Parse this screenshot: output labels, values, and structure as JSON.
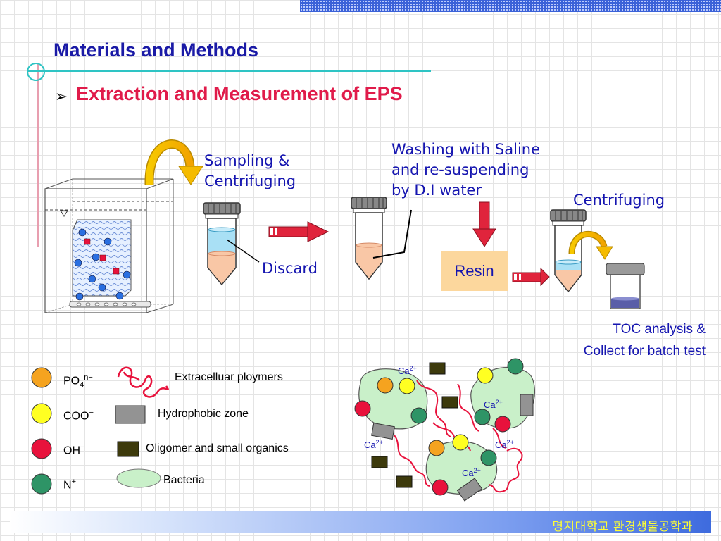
{
  "header": {
    "title": "Materials and Methods",
    "subtitle": "Extraction and Measurement of EPS",
    "bullet_glyph": "➢"
  },
  "process": {
    "step1": [
      "Sampling &",
      "Centrifuging"
    ],
    "discard": "Discard",
    "step2": [
      "Washing with Saline",
      "and re-suspending",
      "by D.I water"
    ],
    "resin": "Resin",
    "step3": "Centrifuging",
    "step4": [
      "TOC analysis &",
      "Collect for batch test"
    ]
  },
  "legend": {
    "ions": [
      {
        "base": "PO",
        "sub": "4",
        "sup": "n−",
        "color": "#f5a31f"
      },
      {
        "base": "COO",
        "sub": "",
        "sup": "−",
        "color": "#ffff22"
      },
      {
        "base": "OH",
        "sub": "",
        "sup": "−",
        "color": "#e8123c"
      },
      {
        "base": "N",
        "sub": "",
        "sup": "+",
        "color": "#2e9466"
      }
    ],
    "components": [
      {
        "label": "Extracelluar ploymers",
        "icon": "polymer-coil-icon"
      },
      {
        "label": "Hydrophobic zone",
        "icon": "gray-rectangle-icon",
        "color": "#939393"
      },
      {
        "label": "Oligomer and small organics",
        "icon": "dark-olive-rectangle-icon",
        "color": "#3d3a0c"
      },
      {
        "label": "Bacteria",
        "icon": "green-ellipse-icon",
        "color": "#c9f0c9"
      }
    ]
  },
  "eps_diagram": {
    "ca_label": "Ca",
    "ca_sup": "2+"
  },
  "footer": {
    "text": "명지대학교 환경생물공학과"
  },
  "colors": {
    "title": "#1a1aa6",
    "subtitle": "#e01b4a",
    "label": "#1515b0",
    "accent_line": "#2ec4c4",
    "arrow_red": "#e0243c",
    "bend_arrow": "#f0b400"
  }
}
